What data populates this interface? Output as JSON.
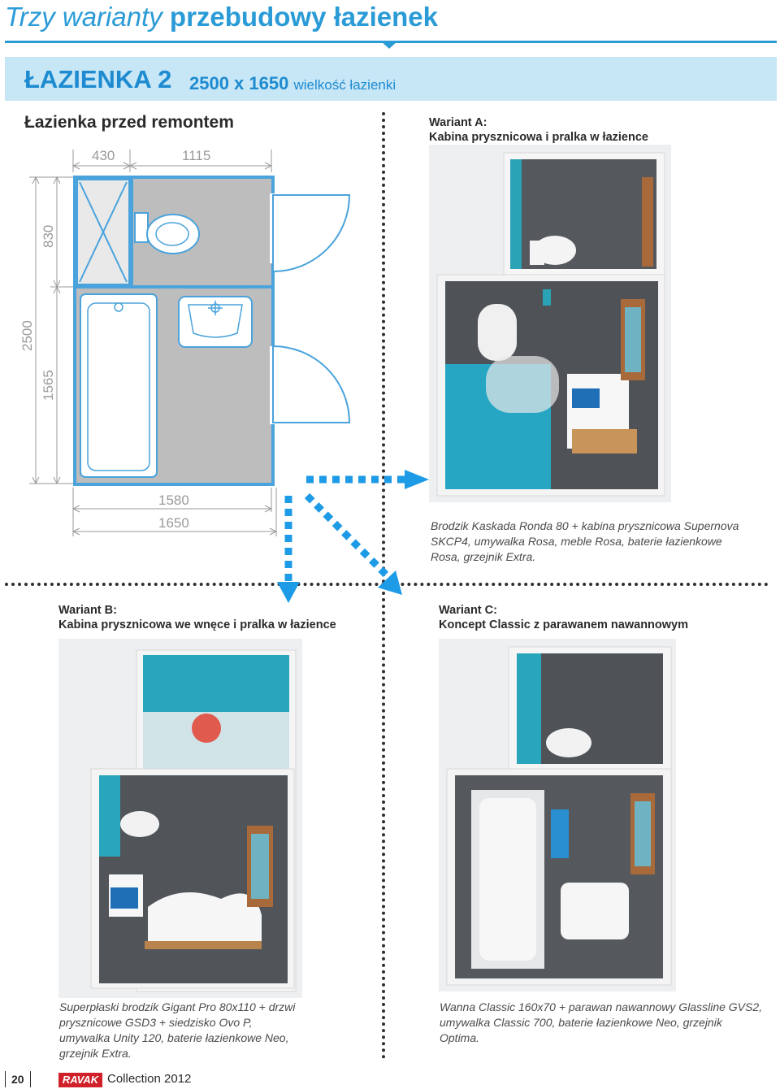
{
  "header": {
    "title_light": "Trzy warianty",
    "title_bold": "przebudowy łazienek",
    "room_name": "ŁAZIENKA 2",
    "room_size": "2500 x 1650",
    "room_size_note": "wielkość łazienki"
  },
  "before": {
    "label": "Łazienka przed remontem",
    "dims": {
      "top_left": "430",
      "top_right": "1115",
      "left_total": "2500",
      "left_upper": "830",
      "left_lower": "1565",
      "bottom_inner": "1580",
      "bottom_outer": "1650"
    }
  },
  "variants": [
    {
      "heading": "Wariant A:",
      "subtitle": "Kabina prysznicowa i pralka w łazience",
      "caption": "Brodzik Kaskada Ronda 80 + kabina prysznicowa Supernova SKCP4, umywalka Rosa, meble Rosa, baterie łazienkowe Rosa, grzejnik Extra."
    },
    {
      "heading": "Wariant B:",
      "subtitle": "Kabina prysznicowa we wnęce i pralka w łazience",
      "caption": "Superpłaski brodzik Gigant Pro 80x110 + drzwi prysznicowe GSD3 + siedzisko Ovo P, umywalka Unity 120, baterie łazienkowe Neo, grzejnik Extra."
    },
    {
      "heading": "Wariant C:",
      "subtitle": "Koncept Classic z parawanem nawannowym",
      "caption": "Wanna Classic 160x70 + parawan nawannowy Glassline GVS2, umywalka Classic 700, baterie łazienkowe Neo, grzejnik Optima."
    }
  ],
  "footer": {
    "page_number": "20",
    "brand": "RAVAK",
    "collection": "Collection 2012"
  },
  "colors": {
    "accent": "#2a9bd6",
    "banner_bg": "#c7e6f6",
    "plan_blue": "#4aa3dc",
    "floor_grey": "#bdbdbd",
    "arrow_blue": "#1e9be6",
    "brand_red": "#d0212a"
  }
}
